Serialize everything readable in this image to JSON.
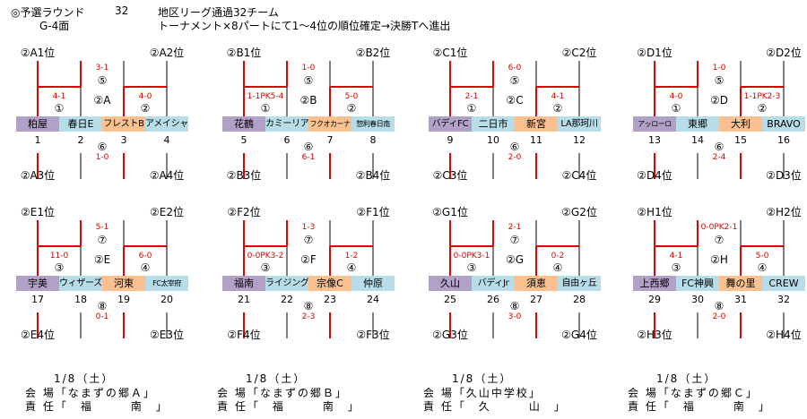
{
  "header": {
    "line1_left": "◎予選ラウンド",
    "line1_count": "32",
    "line1_right": "地区リーグ通過32チーム",
    "line2_left": "G-4面",
    "line2_right": "トーナメント×8パートにて1～4位の順位確定→決勝Tへ進出"
  },
  "brackets": [
    {
      "group": "②A",
      "m1": "①",
      "m2": "②",
      "m5": "⑤",
      "m6": "⑥",
      "s1": "4-1",
      "s2": "4-0",
      "s5": "3-1",
      "s6": "1-0",
      "top_left": "②A1位",
      "top_right": "②A2位",
      "bot_left": "②A3位",
      "bot_right": "②A4位",
      "teams": [
        {
          "name": "粕屋",
          "num": "1",
          "color": "purple",
          "size": ""
        },
        {
          "name": "春日E",
          "num": "2",
          "color": "blue",
          "size": ""
        },
        {
          "name": "フレストB",
          "num": "3",
          "color": "orange",
          "size": "mid"
        },
        {
          "name": "アメイシャ",
          "num": "4",
          "color": "blue",
          "size": "mid"
        }
      ]
    },
    {
      "group": "②B",
      "m1": "①",
      "m2": "②",
      "m5": "⑤",
      "m6": "⑥",
      "s1": "1-1PK5-4",
      "s2": "5-0",
      "s5": "1-0",
      "s6": "6-1",
      "top_left": "②B1位",
      "top_right": "②B2位",
      "bot_left": "②B3位",
      "bot_right": "②B4位",
      "teams": [
        {
          "name": "花鶴",
          "num": "5",
          "color": "purple",
          "size": ""
        },
        {
          "name": "カミーリア",
          "num": "6",
          "color": "blue",
          "size": "mid"
        },
        {
          "name": "フクオカーナ",
          "num": "7",
          "color": "orange",
          "size": "narrow"
        },
        {
          "name": "惣利春日南",
          "num": "8",
          "color": "blue",
          "size": "narrow"
        }
      ]
    },
    {
      "group": "②C",
      "m1": "①",
      "m2": "②",
      "m5": "⑤",
      "m6": "⑥",
      "s1": "2-1",
      "s2": "4-1",
      "s5": "6-0",
      "s6": "2-0",
      "top_left": "②C1位",
      "top_right": "②C2位",
      "bot_left": "②C3位",
      "bot_right": "②C4位",
      "teams": [
        {
          "name": "バディFC",
          "num": "9",
          "color": "purple",
          "size": "mid"
        },
        {
          "name": "二日市",
          "num": "10",
          "color": "blue",
          "size": ""
        },
        {
          "name": "新宮",
          "num": "11",
          "color": "orange",
          "size": ""
        },
        {
          "name": "LA那珂川",
          "num": "12",
          "color": "blue",
          "size": "mid"
        }
      ]
    },
    {
      "group": "②D",
      "m1": "①",
      "m2": "②",
      "m5": "⑤",
      "m6": "⑥",
      "s1": "4-0",
      "s2": "1-1PK2-3",
      "s5": "1-0",
      "s6": "2-4",
      "top_left": "②D1位",
      "top_right": "②D2位",
      "bot_left": "②D4位",
      "bot_right": "②D3位",
      "teams": [
        {
          "name": "アッローロ",
          "num": "13",
          "color": "purple",
          "size": "narrow"
        },
        {
          "name": "東郷",
          "num": "14",
          "color": "blue",
          "size": ""
        },
        {
          "name": "大利",
          "num": "15",
          "color": "orange",
          "size": ""
        },
        {
          "name": "BRAVO",
          "num": "16",
          "color": "blue",
          "size": ""
        }
      ]
    },
    {
      "group": "②E",
      "m1": "③",
      "m2": "④",
      "m5": "⑦",
      "m6": "⑧",
      "s1": "11-0",
      "s2": "6-0",
      "s5": "5-1",
      "s6": "0-1",
      "top_left": "②E1位",
      "top_right": "②E2位",
      "bot_left": "②E4位",
      "bot_right": "②E3位",
      "teams": [
        {
          "name": "宇美",
          "num": "17",
          "color": "purple",
          "size": ""
        },
        {
          "name": "ウィザーズ",
          "num": "18",
          "color": "blue",
          "size": "mid"
        },
        {
          "name": "河東",
          "num": "19",
          "color": "orange",
          "size": ""
        },
        {
          "name": "FC太宰府",
          "num": "20",
          "color": "blue",
          "size": "narrow"
        }
      ]
    },
    {
      "group": "②F",
      "m1": "③",
      "m2": "④",
      "m5": "⑦",
      "m6": "⑧",
      "s1": "0-0PK3-2",
      "s2": "1-2",
      "s5": "1-3",
      "s6": "2-3",
      "top_left": "②F2位",
      "top_right": "②F1位",
      "bot_left": "②F4位",
      "bot_right": "②F3位",
      "teams": [
        {
          "name": "福南",
          "num": "21",
          "color": "purple",
          "size": ""
        },
        {
          "name": "ライジング",
          "num": "22",
          "color": "blue",
          "size": "mid"
        },
        {
          "name": "宗像C",
          "num": "23",
          "color": "orange",
          "size": ""
        },
        {
          "name": "仲原",
          "num": "24",
          "color": "blue",
          "size": ""
        }
      ]
    },
    {
      "group": "②G",
      "m1": "③",
      "m2": "④",
      "m5": "⑦",
      "m6": "⑧",
      "s1": "0-0PK3-1",
      "s2": "0-2",
      "s5": "2-1",
      "s6": "3-0",
      "top_left": "②G1位",
      "top_right": "②G2位",
      "bot_left": "②G3位",
      "bot_right": "②G4位",
      "teams": [
        {
          "name": "久山",
          "num": "25",
          "color": "purple",
          "size": ""
        },
        {
          "name": "バディJr",
          "num": "26",
          "color": "blue",
          "size": "mid"
        },
        {
          "name": "須恵",
          "num": "27",
          "color": "orange",
          "size": ""
        },
        {
          "name": "自由ヶ丘",
          "num": "28",
          "color": "blue",
          "size": "mid"
        }
      ]
    },
    {
      "group": "②H",
      "m1": "③",
      "m2": "④",
      "m5": "⑦",
      "m6": "⑧",
      "s1": "4-1",
      "s2": "5-0",
      "s5": "0-0PK2-1",
      "s6": "2-0",
      "top_left": "②H1位",
      "top_right": "②H2位",
      "bot_left": "②H3位",
      "bot_right": "②H4位",
      "teams": [
        {
          "name": "上西郷",
          "num": "29",
          "color": "purple",
          "size": ""
        },
        {
          "name": "FC神興",
          "num": "30",
          "color": "blue",
          "size": ""
        },
        {
          "name": "舞の里",
          "num": "31",
          "color": "orange",
          "size": ""
        },
        {
          "name": "CREW",
          "num": "32",
          "color": "blue",
          "size": ""
        }
      ]
    }
  ],
  "footers": [
    {
      "date": "1/8（土）",
      "venue": "会 場「なまずの郷Ａ」",
      "resp": "責 任「　福　　　南　」"
    },
    {
      "date": "1/8（土）",
      "venue": "会 場「なまずの郷Ｂ」",
      "resp": "責 任「　福　　　南　」"
    },
    {
      "date": "1/8（土）",
      "venue": "会 場「久山中学校」",
      "resp": "責 任「　久　　　山　」"
    },
    {
      "date": "1/8（土）",
      "venue": "会 場「なまずの郷Ｃ」",
      "resp": "責 任「　福　　　南　」"
    }
  ]
}
